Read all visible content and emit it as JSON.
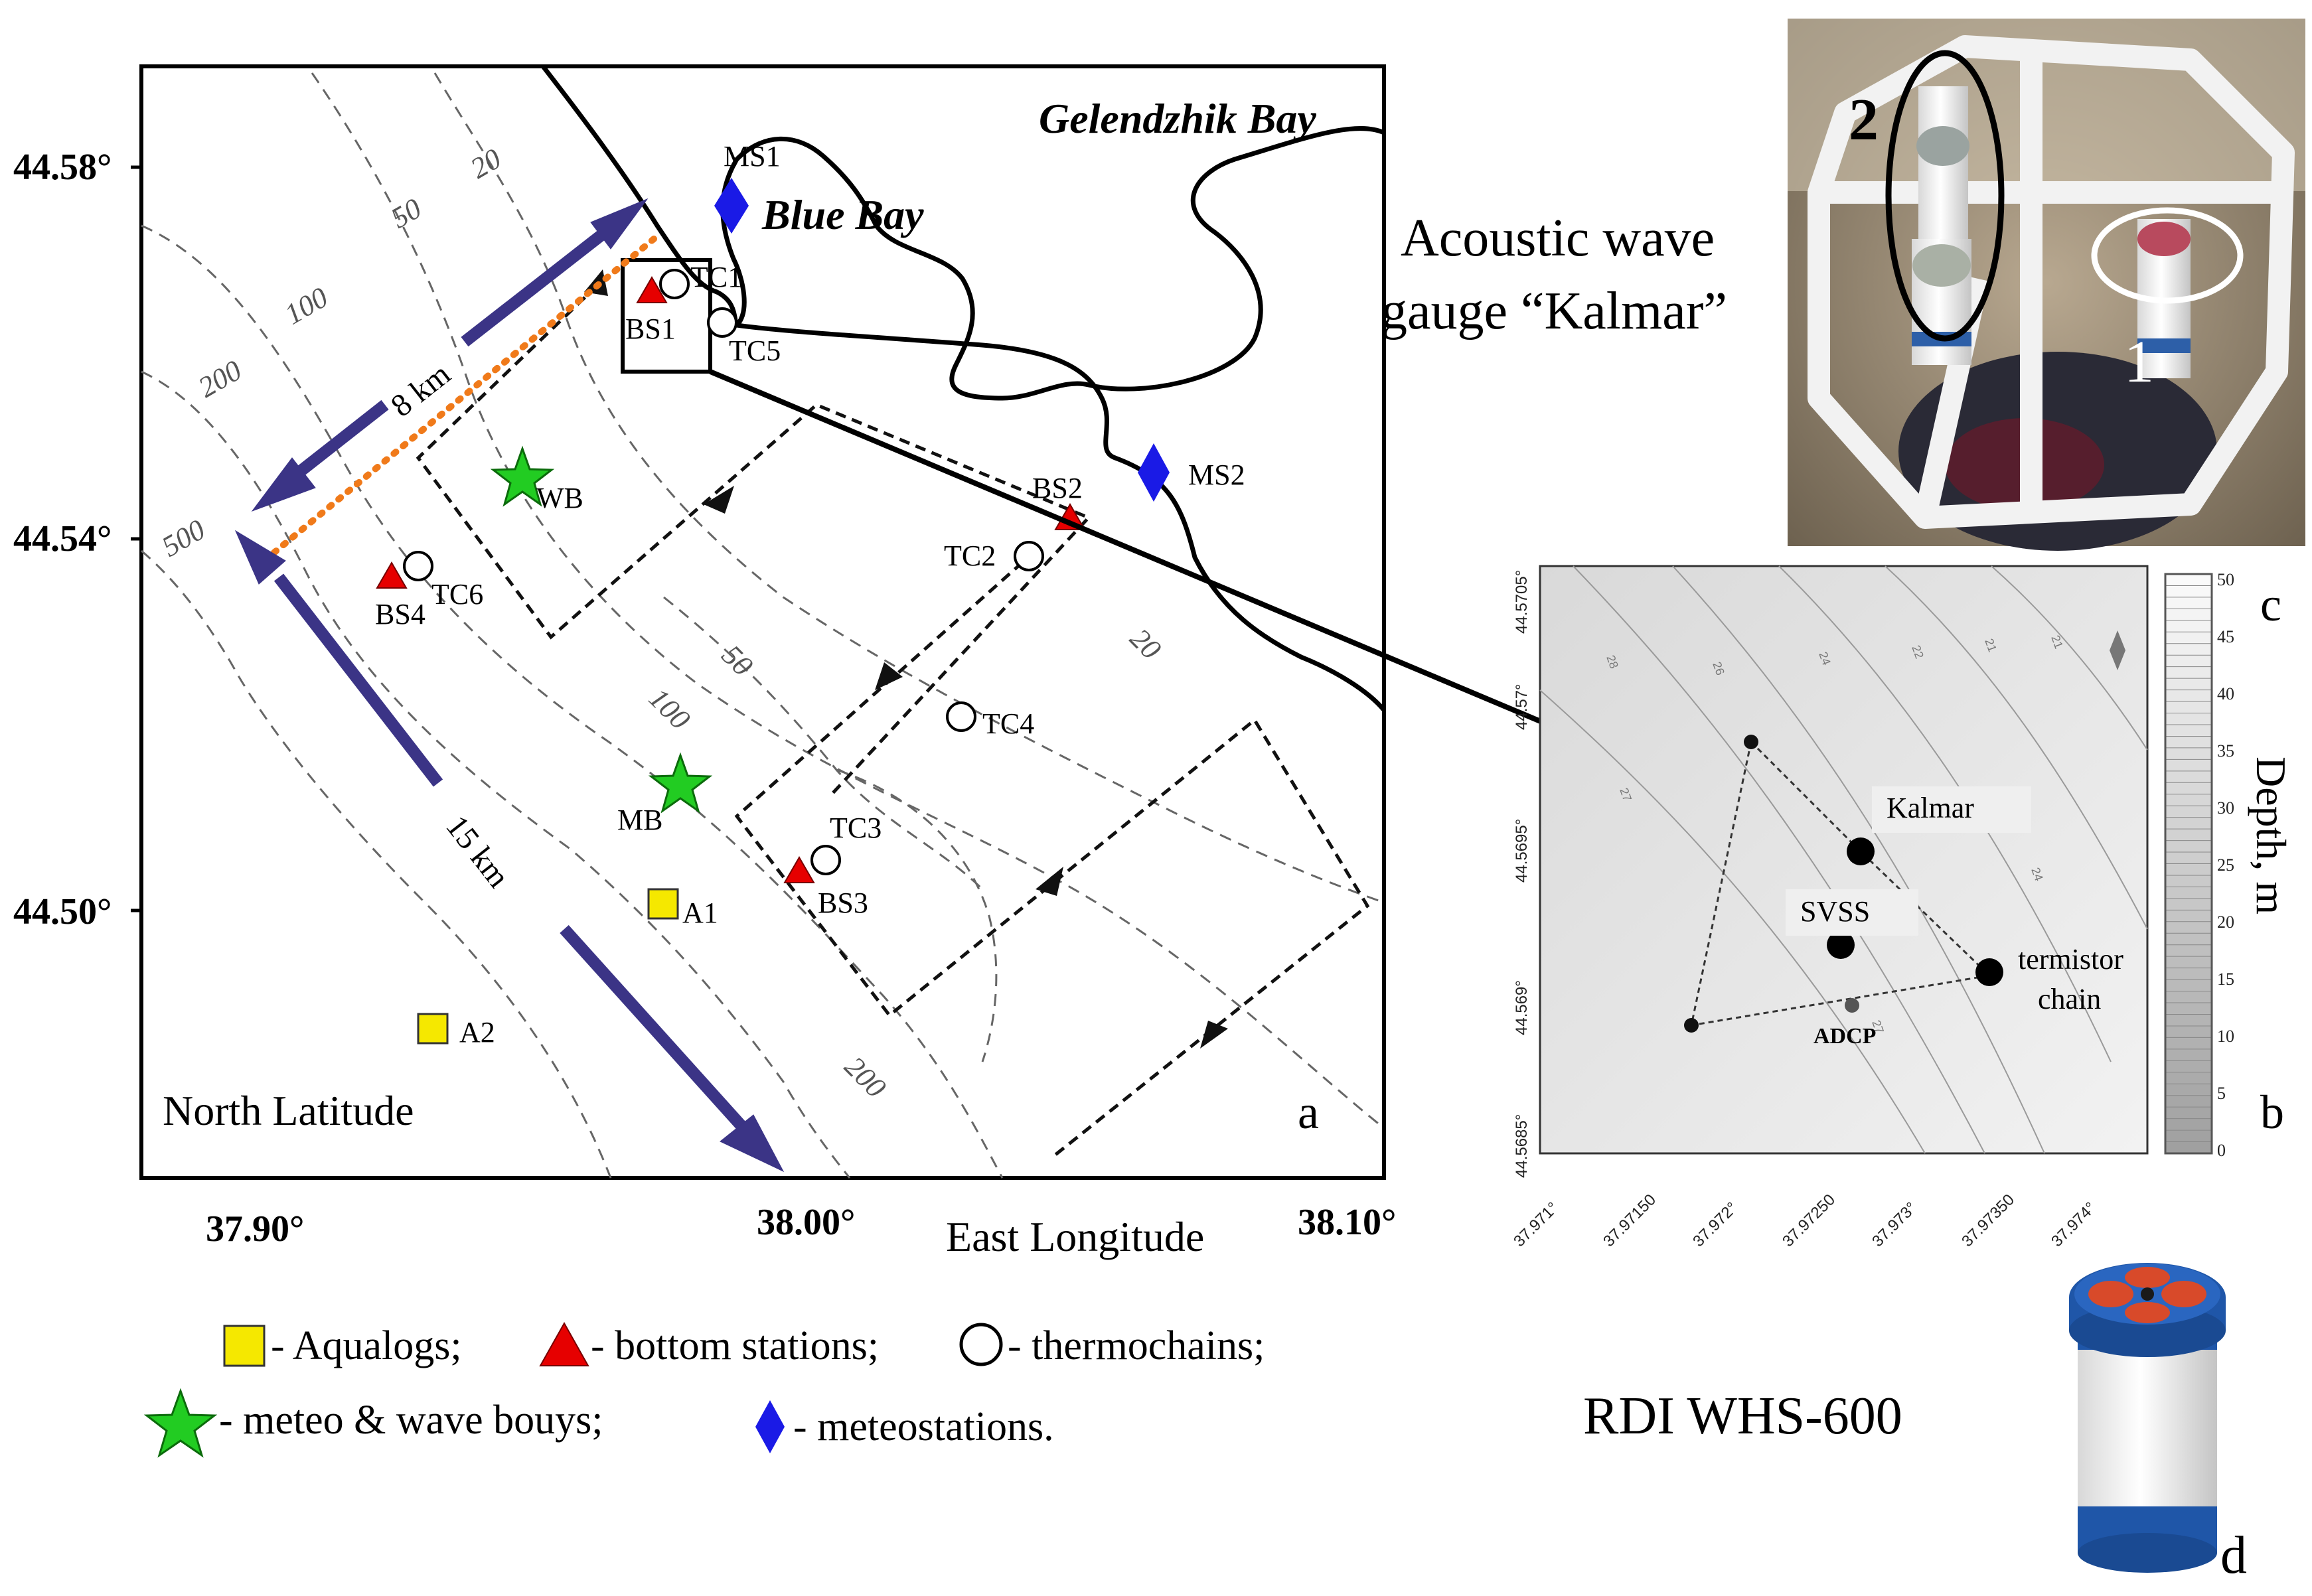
{
  "panel_a": {
    "lat_ticks": [
      "44.58°",
      "44.54°",
      "44.50°"
    ],
    "lon_ticks": [
      "37.90°",
      "38.00°",
      "38.10°"
    ],
    "ylabel": "North Latitude",
    "xlabel": "East Longitude",
    "panel_letter": "a",
    "place_gelendzhik": "Gelendzhik Bay",
    "place_blue_bay": "Blue Bay",
    "isobaths": [
      "20",
      "50",
      "100",
      "200",
      "500",
      "50",
      "100",
      "200",
      "20"
    ],
    "dist_short": "8 km",
    "dist_long": "15 km",
    "stations": {
      "ms1": "MS1",
      "ms2": "MS2",
      "wb": "WB",
      "mb": "MB",
      "bs1": "BS1",
      "bs2": "BS2",
      "bs3": "BS3",
      "bs4": "BS4",
      "tc1": "TC1",
      "tc2": "TC2",
      "tc3": "TC3",
      "tc4": "TC4",
      "tc5": "TC5",
      "tc6": "TC6",
      "a1": "A1",
      "a2": "A2"
    }
  },
  "legend": {
    "aqualogs": "- Aqualogs;",
    "bottom": "- bottom stations;",
    "thermo": "- thermochains;",
    "buoys": "- meteo & wave bouys;",
    "meteo": "- meteostations."
  },
  "panel_b": {
    "panel_letter": "b",
    "lat_ticks": [
      "44.5705°",
      "44.57°",
      "44.5695°",
      "44.569°",
      "44.5685°"
    ],
    "lon_ticks": [
      "37.971°",
      "37.97150",
      "37.972°",
      "37.97250",
      "37.973°",
      "37.97350",
      "37.974°"
    ],
    "labels": {
      "kalmar": "Kalmar",
      "svss": "SVSS",
      "termistor1": "termistor",
      "termistor2": "chain",
      "adcp": "ADCP"
    },
    "contour_labels": [
      "28",
      "26",
      "24",
      "22",
      "21",
      "21",
      "27",
      "24",
      "27"
    ]
  },
  "colorbar": {
    "ticks": [
      "50",
      "45",
      "40",
      "35",
      "30",
      "25",
      "20",
      "15",
      "10",
      "5",
      "0"
    ],
    "label": "Depth, m",
    "panel_letter": "c"
  },
  "photo_kalmar": {
    "caption_line1": "Acoustic wave",
    "caption_line2": "gauge “Kalmar”",
    "marker1": "1",
    "marker2": "2"
  },
  "photo_adcp": {
    "caption": "RDI WHS-600",
    "panel_letter": "d"
  },
  "colors": {
    "arrow_purple": "#3b3486",
    "orange_dotted": "#f07a1a",
    "bottom_red": "#e60000",
    "aqualog_yellow": "#f5e800",
    "buoy_green": "#22cc22",
    "meteo_blue": "#1a1ae6"
  }
}
